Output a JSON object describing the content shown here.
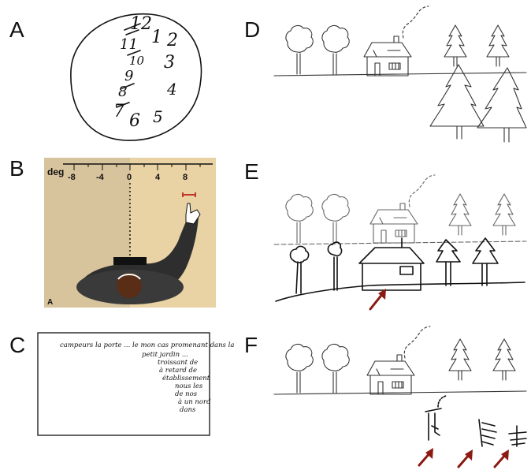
{
  "panels": {
    "A": {
      "label": "A",
      "clock_numbers": [
        "12",
        "11",
        "10",
        "9",
        "8",
        "7",
        "1",
        "2",
        "3",
        "4",
        "6",
        "5"
      ]
    },
    "B": {
      "label": "B",
      "axis_label": "deg",
      "ticks": [
        "-8",
        "-4",
        "0",
        "4",
        "8"
      ],
      "corner_label": "A"
    },
    "C": {
      "label": "C",
      "lines": [
        "campeurs la porte ... le mon cas promenant dans la",
        "petit jardin ...",
        "troissant de",
        "à retard de",
        "établissement",
        "nous les",
        "de nos",
        "à un nord",
        "dans"
      ]
    },
    "D": {
      "label": "D"
    },
    "E": {
      "label": "E"
    },
    "F": {
      "label": "F"
    }
  },
  "colors": {
    "arrow": "#8b1a12",
    "tan": "#e9d2a4",
    "dark": "#3a3a3a"
  }
}
